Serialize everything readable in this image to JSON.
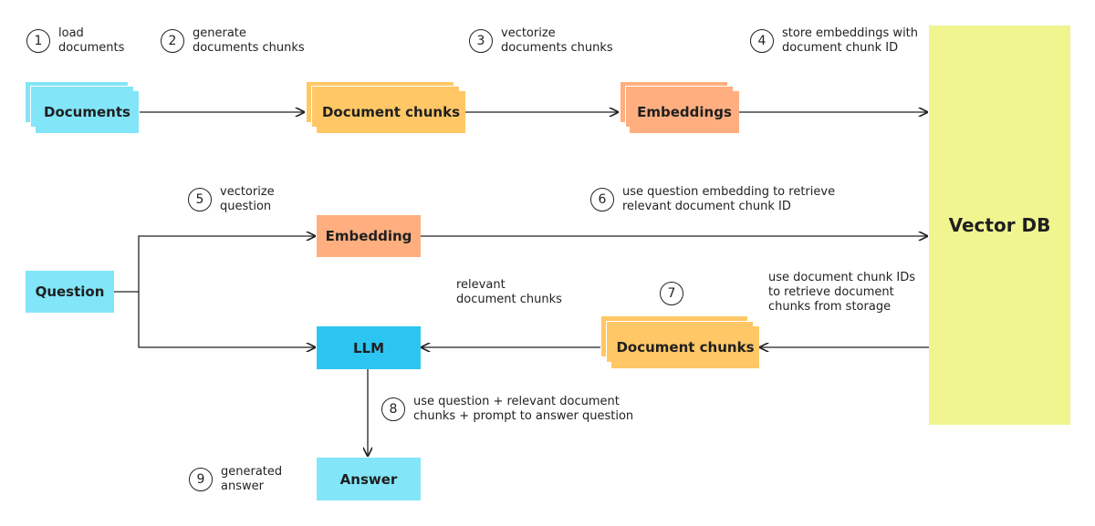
{
  "colors": {
    "documents": "#82E5F8",
    "chunks": "#FFC766",
    "embedding": "#FFAF7F",
    "vectordb": "#F0F58F",
    "llm": "#2CC5F2",
    "answer": "#82E5F8",
    "question": "#82E5F8",
    "stroke": "#222222"
  },
  "nodes": {
    "documents": "Documents",
    "chunks_top": "Document chunks",
    "embeddings": "Embeddings",
    "vector_db": "Vector DB",
    "question": "Question",
    "embedding": "Embedding",
    "llm": "LLM",
    "chunks_bottom": "Document chunks",
    "answer": "Answer"
  },
  "steps": [
    {
      "num": "1",
      "lines": [
        "load",
        "documents"
      ]
    },
    {
      "num": "2",
      "lines": [
        "generate",
        "documents chunks"
      ]
    },
    {
      "num": "3",
      "lines": [
        "vectorize",
        "documents chunks"
      ]
    },
    {
      "num": "4",
      "lines": [
        "store embeddings with",
        "document chunk ID"
      ]
    },
    {
      "num": "5",
      "lines": [
        "vectorize",
        "question"
      ]
    },
    {
      "num": "6",
      "lines": [
        "use question embedding to retrieve",
        "relevant document chunk ID"
      ]
    },
    {
      "num": "7",
      "lines": []
    },
    {
      "num": "8",
      "lines": [
        "use question + relevant document",
        "chunks + prompt to answer question"
      ]
    },
    {
      "num": "9",
      "lines": [
        "generated",
        "answer"
      ]
    }
  ],
  "notes": {
    "relevant_chunks": [
      "relevant",
      "document chunks"
    ],
    "retrieve_from_storage": [
      "use document chunk IDs",
      "to retrieve document",
      "chunks from storage"
    ]
  }
}
